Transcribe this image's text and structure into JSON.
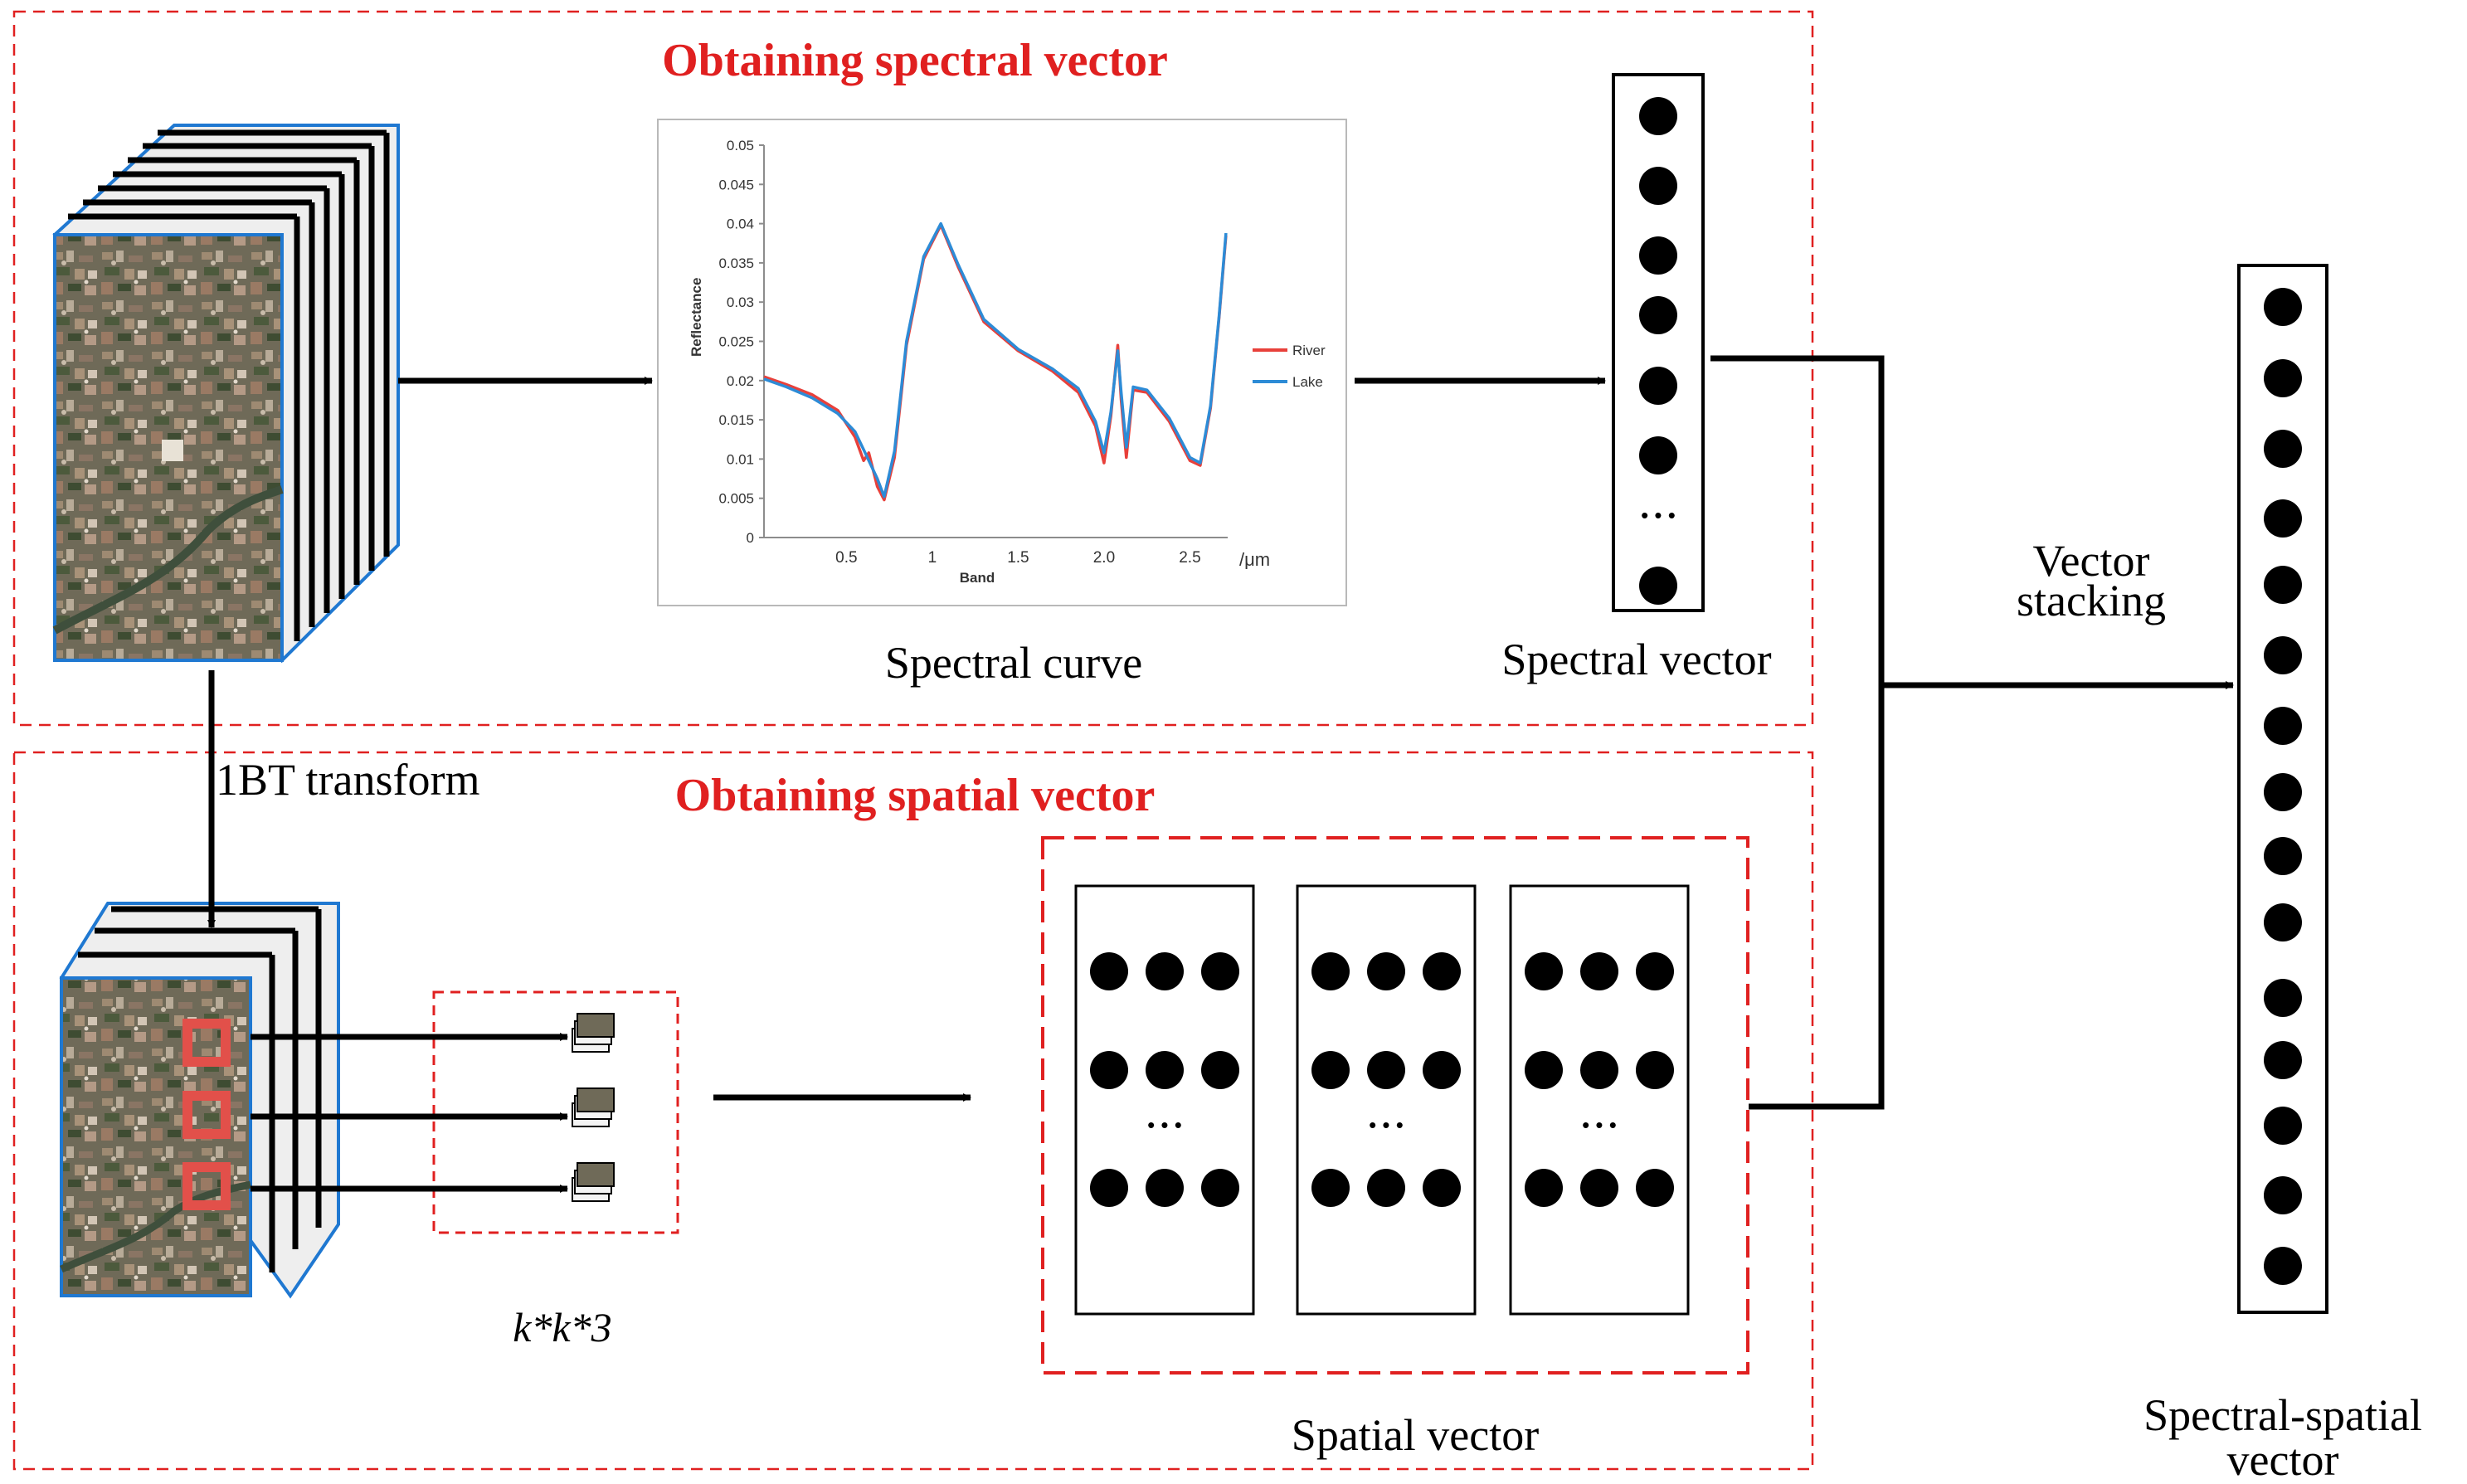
{
  "sections": {
    "spectral_title": "Obtaining spectral vector",
    "spatial_title": "Obtaining spatial vector"
  },
  "labels": {
    "transform": "1BT transform",
    "spectral_curve": "Spectral curve",
    "spectral_vector": "Spectral vector",
    "patch_size": "k*k*3",
    "spatial_vector": "Spatial vector",
    "stacking_line1": "Vector",
    "stacking_line2": "stacking",
    "output_line1": "Spectral-spatial",
    "output_line2": "vector",
    "ellipsis": "• • •"
  },
  "colors": {
    "accent_red": "#e02020",
    "frame_blue": "#1f78d1",
    "river_line": "#e8403a",
    "lake_line": "#2d8bd6"
  },
  "chart_data": {
    "type": "line",
    "title": "",
    "xlabel": "Band",
    "ylabel": "Reflectance",
    "x_unit": "/μm",
    "x_ticks": [
      "0.5",
      "1",
      "1.5",
      "2.0",
      "2.5"
    ],
    "y_ticks": [
      "0",
      "0.005",
      "0.01",
      "0.015",
      "0.02",
      "0.025",
      "0.03",
      "0.035",
      "0.04",
      "0.045",
      "0.05"
    ],
    "xlim": [
      0.02,
      2.72
    ],
    "ylim": [
      0,
      0.05
    ],
    "grid": false,
    "legend_position": "right",
    "series": [
      {
        "name": "River",
        "color": "#e8403a",
        "points": [
          [
            0.02,
            0.0205
          ],
          [
            0.15,
            0.0195
          ],
          [
            0.3,
            0.0182
          ],
          [
            0.45,
            0.0162
          ],
          [
            0.55,
            0.0128
          ],
          [
            0.6,
            0.0098
          ],
          [
            0.63,
            0.0108
          ],
          [
            0.68,
            0.0065
          ],
          [
            0.72,
            0.0048
          ],
          [
            0.78,
            0.0102
          ],
          [
            0.85,
            0.0245
          ],
          [
            0.95,
            0.0355
          ],
          [
            1.05,
            0.0398
          ],
          [
            1.15,
            0.0345
          ],
          [
            1.3,
            0.0275
          ],
          [
            1.5,
            0.0238
          ],
          [
            1.7,
            0.0212
          ],
          [
            1.85,
            0.0185
          ],
          [
            1.95,
            0.0142
          ],
          [
            2.0,
            0.0095
          ],
          [
            2.04,
            0.0155
          ],
          [
            2.08,
            0.0245
          ],
          [
            2.1,
            0.0175
          ],
          [
            2.13,
            0.0102
          ],
          [
            2.17,
            0.0188
          ],
          [
            2.25,
            0.0185
          ],
          [
            2.38,
            0.0148
          ],
          [
            2.5,
            0.0098
          ],
          [
            2.56,
            0.0092
          ],
          [
            2.62,
            0.0165
          ],
          [
            2.67,
            0.028
          ],
          [
            2.71,
            0.0385
          ]
        ]
      },
      {
        "name": "Lake",
        "color": "#2d8bd6",
        "points": [
          [
            0.02,
            0.0202
          ],
          [
            0.15,
            0.0192
          ],
          [
            0.3,
            0.0178
          ],
          [
            0.45,
            0.0158
          ],
          [
            0.55,
            0.0135
          ],
          [
            0.6,
            0.0112
          ],
          [
            0.68,
            0.0075
          ],
          [
            0.72,
            0.0052
          ],
          [
            0.78,
            0.011
          ],
          [
            0.85,
            0.025
          ],
          [
            0.95,
            0.0358
          ],
          [
            1.05,
            0.04
          ],
          [
            1.15,
            0.0348
          ],
          [
            1.3,
            0.0278
          ],
          [
            1.5,
            0.024
          ],
          [
            1.7,
            0.0215
          ],
          [
            1.85,
            0.019
          ],
          [
            1.95,
            0.0148
          ],
          [
            2.0,
            0.0108
          ],
          [
            2.04,
            0.016
          ],
          [
            2.08,
            0.0238
          ],
          [
            2.1,
            0.0185
          ],
          [
            2.13,
            0.0115
          ],
          [
            2.17,
            0.0192
          ],
          [
            2.25,
            0.0188
          ],
          [
            2.38,
            0.0152
          ],
          [
            2.5,
            0.0102
          ],
          [
            2.56,
            0.0095
          ],
          [
            2.62,
            0.0168
          ],
          [
            2.67,
            0.0282
          ],
          [
            2.71,
            0.0388
          ]
        ]
      }
    ]
  }
}
